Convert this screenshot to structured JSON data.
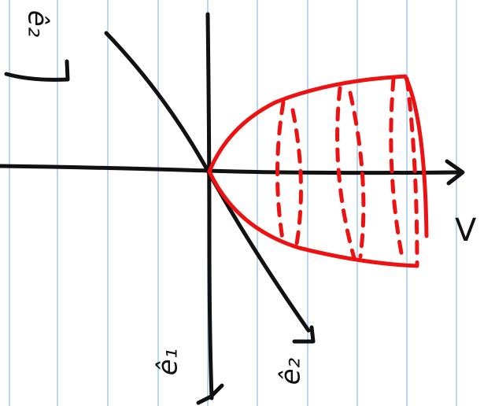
{
  "colors": {
    "paper": "#ffffff",
    "rule_line": "#a9cdf0",
    "ink": "#111111",
    "highlight": "#ee1111"
  },
  "labels": {
    "top_left": "ê₂",
    "bottom_left": "ê₁",
    "bottom_center": "ê₂",
    "right": "V"
  }
}
